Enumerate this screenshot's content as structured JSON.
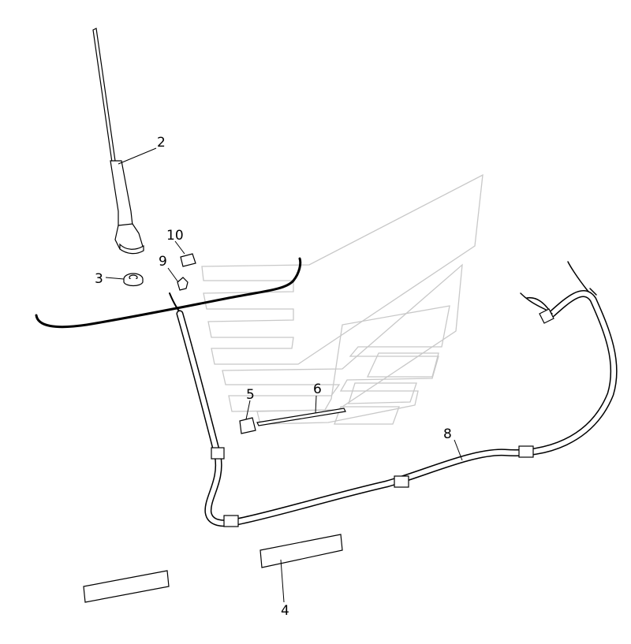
{
  "callouts": [
    {
      "id": "2",
      "label": "2"
    },
    {
      "id": "3",
      "label": "3"
    },
    {
      "id": "4",
      "label": "4"
    },
    {
      "id": "5",
      "label": "5"
    },
    {
      "id": "6",
      "label": "6"
    },
    {
      "id": "8",
      "label": "8"
    },
    {
      "id": "9",
      "label": "9"
    },
    {
      "id": "10",
      "label": "10"
    }
  ]
}
